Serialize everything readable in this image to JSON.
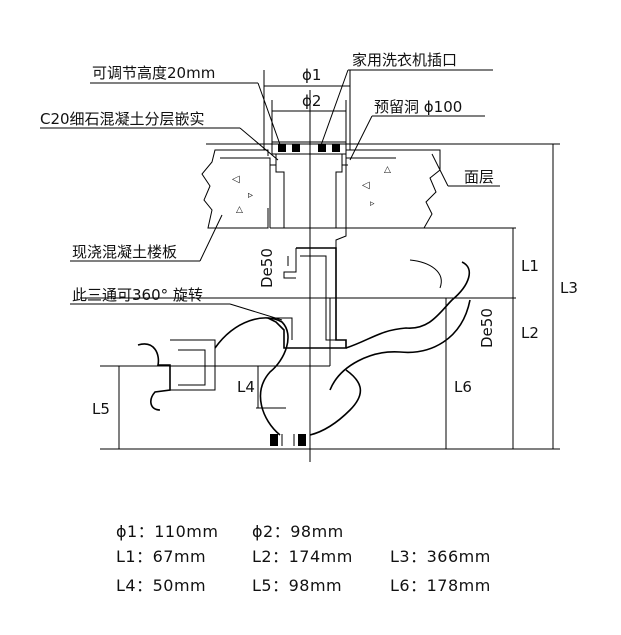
{
  "callouts": {
    "adjustable_height": "可调节高度20mm",
    "household_washer_inlet": "家用洗衣机插口",
    "c20_concrete": "C20细石混凝土分层嵌实",
    "reserved_hole": "预留洞 ϕ100",
    "surface_layer": "面层",
    "cast_slab": "现浇混凝土楼板",
    "tee_rotation": "此三通可360° 旋转"
  },
  "dimension_labels": {
    "phi1": "ϕ1",
    "phi2": "ϕ2",
    "de50_left": "De50",
    "de50_right": "De50",
    "L1": "L1",
    "L2": "L2",
    "L3": "L3",
    "L4": "L4",
    "L5": "L5",
    "L6": "L6"
  },
  "legend": {
    "phi1": "ϕ1：110mm",
    "phi2": "ϕ2：98mm",
    "L1": "L1：67mm",
    "L2": "L2：174mm",
    "L3": "L3：366mm",
    "L4": "L4：50mm",
    "L5": "L5：98mm",
    "L6": "L6：178mm"
  }
}
